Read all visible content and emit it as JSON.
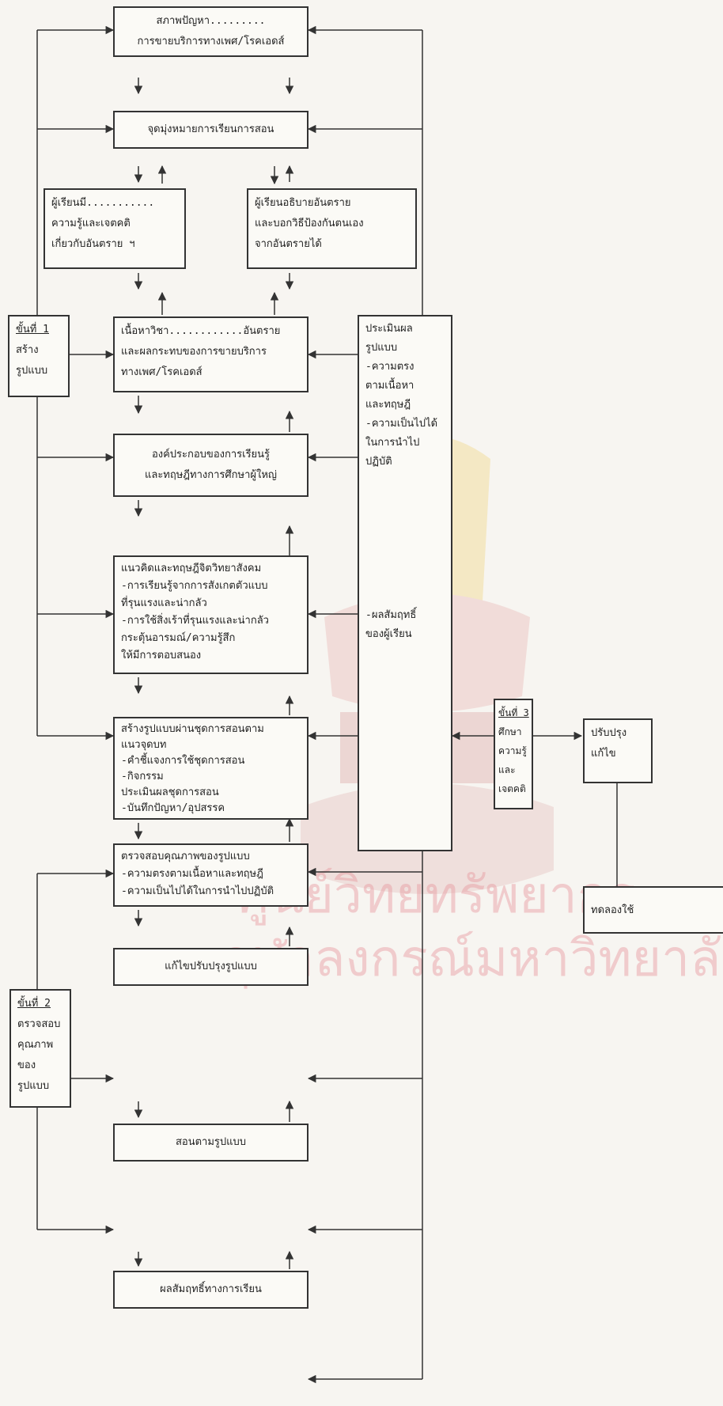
{
  "watermark": {
    "line1": "ศูนย์วิทยทรัพยากร",
    "line2": "จุฬาลงกรณ์มหาวิทยาลัย"
  },
  "boxes": {
    "problem": [
      "สภาพปัญหา.........",
      "การขายบริการทางเพศ/โรคเอดส์"
    ],
    "goal": [
      "จุดมุ่งหมายการเรียนการสอน"
    ],
    "learner_knows": [
      "ผู้เรียนมี...........",
      "ความรู้และเจตคติ",
      "เกี่ยวกับอันตราย ฯ"
    ],
    "learner_explains": [
      "ผู้เรียนอธิบายอันตราย",
      "และบอกวิธีป้องกันตนเอง",
      "จากอันตรายได้"
    ],
    "content": [
      "เนื้อหาวิชา............อันตราย",
      "และผลกระทบของการขายบริการ",
      "ทางเพศ/โรคเอดส์"
    ],
    "components": [
      "องค์ประกอบของการเรียนรู้",
      "และทฤษฎีทางการศึกษาผู้ใหญ่"
    ],
    "psych_theory": [
      "แนวคิดและทฤษฎีจิตวิทยาสังคม",
      "-การเรียนรู้จากการสังเกตตัวแบบ",
      " ที่รุนแรงและน่ากลัว",
      "-การใช้สิ่งเร้าที่รุนแรงและน่ากลัว",
      " กระตุ้นอารมณ์/ความรู้สึก",
      " ให้มีการตอบสนอง"
    ],
    "build_model": [
      "สร้างรูปแบบผ่านชุดการสอนตาม",
      "แนวจุดบท",
      "-คำชี้แจงการใช้ชุดการสอน",
      "-กิจกรรม",
      " ประเมินผลชุดการสอน",
      "-บันทึกปัญหา/อุปสรรค"
    ],
    "check_quality": [
      "ตรวจสอบคุณภาพของรูปแบบ",
      "-ความตรงตามเนื้อหาและทฤษฎี",
      "-ความเป็นไปได้ในการนำไปปฏิบัติ"
    ],
    "revise": [
      "แก้ไขปรับปรุงรูปแบบ"
    ],
    "teach": [
      "สอนตามรูปแบบ"
    ],
    "achievement": [
      "ผลสัมฤทธิ์ทางการเรียน"
    ],
    "step1": [
      "ขั้นที่ 1",
      "สร้าง",
      "รูปแบบ"
    ],
    "step2": [
      "ขั้นที่ 2",
      "ตรวจสอบ",
      "คุณภาพ",
      "ของ",
      "รูปแบบ"
    ],
    "step3": [
      "ขั้นที่ 3",
      "ศึกษา",
      "ความรู้",
      "และ",
      "เจตคติ"
    ],
    "evaluate": [
      "ประเมินผล",
      " รูปแบบ",
      "",
      "",
      "-ความตรง",
      " ตามเนื้อหา",
      " และทฤษฎี",
      "-ความเป็นไปได้",
      " ในการนำไป",
      " ปฏิบัติ",
      "",
      "",
      "",
      "",
      "",
      "",
      "",
      "-ผลสัมฤทธิ์",
      " ของผู้เรียน"
    ],
    "improve": [
      "ปรับปรุง",
      "แก้ไข"
    ],
    "trial": [
      "ทดลองใช้"
    ]
  }
}
